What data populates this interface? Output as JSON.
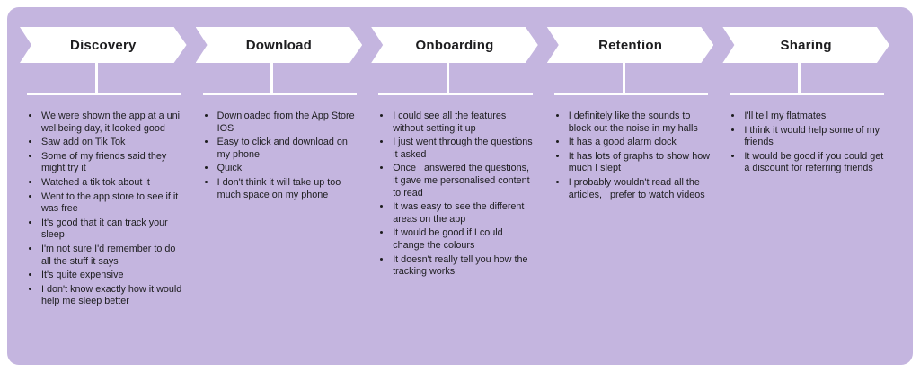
{
  "diagram": {
    "type": "customer-journey-map",
    "colors": {
      "page_background": "#ffffff",
      "panel_background": "#c4b5df",
      "arrow_fill": "#ffffff",
      "connector_line": "#ffffff",
      "text": "#1d1d1f"
    },
    "stages": [
      {
        "label": "Discovery",
        "notes": [
          "We were shown the app at a uni wellbeing day, it looked good",
          "Saw add on Tik Tok",
          "Some of my friends said they might try it",
          "Watched a tik tok about it",
          "Went to the app store to see if it was free",
          "It's good that it can track your sleep",
          "I'm not sure I'd remember to do all the stuff it says",
          "It's quite expensive",
          "I don't know exactly how it would help me sleep better"
        ]
      },
      {
        "label": "Download",
        "notes": [
          "Downloaded from the App Store IOS",
          "Easy to click and download on my phone",
          "Quick",
          "I don't think it will take up too much space on my phone"
        ]
      },
      {
        "label": "Onboarding",
        "notes": [
          "I could see all the features without setting it up",
          "I just went through the questions it asked",
          "Once I answered the questions, it gave me personalised content to read",
          "It was easy to see the different areas on the app",
          "It would be good if I could change the colours",
          "It doesn't really tell you how the tracking works"
        ]
      },
      {
        "label": "Retention",
        "notes": [
          "I definitely like the sounds to block out the noise in my halls",
          "It has a good alarm clock",
          "It has lots of graphs to show how much I slept",
          "I probably wouldn't read all the articles, I prefer to watch videos"
        ]
      },
      {
        "label": "Sharing",
        "notes": [
          "I'll tell my flatmates",
          "I think it would help some of my friends",
          "It would be good if you could get a discount for referring friends"
        ]
      }
    ]
  }
}
